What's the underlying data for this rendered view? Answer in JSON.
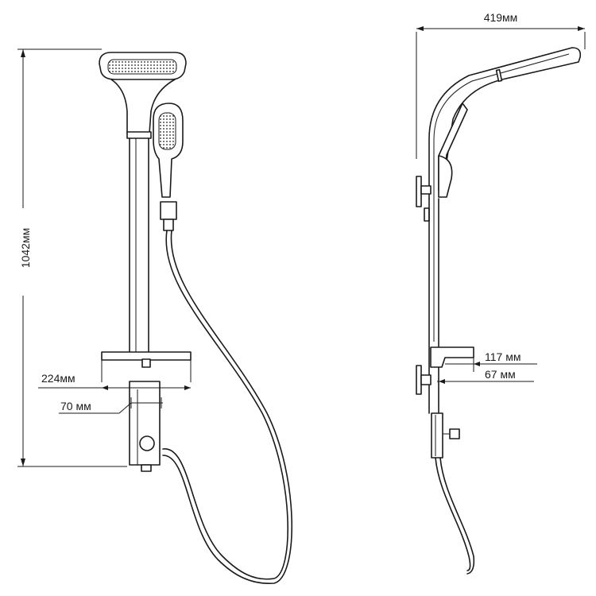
{
  "front_view": {
    "height_label": "1042мм",
    "shelf_width_label": "224мм",
    "bar_width_label": "70 мм"
  },
  "side_view": {
    "depth_label": "419мм",
    "shelf_depth_label": "117 мм",
    "bar_offset_label": "67 мм"
  },
  "colors": {
    "line": "#1a1a1a",
    "background": "#ffffff"
  }
}
